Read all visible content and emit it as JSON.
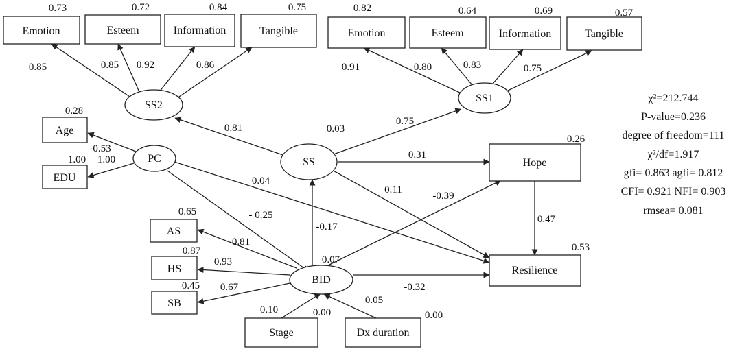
{
  "nodes": {
    "ss2_emotion": "Emotion",
    "ss2_esteem": "Esteem",
    "ss2_information": "Information",
    "ss2_tangible": "Tangible",
    "ss1_emotion": "Emotion",
    "ss1_esteem": "Esteem",
    "ss1_information": "Information",
    "ss1_tangible": "Tangible",
    "age": "Age",
    "edu": "EDU",
    "pc": "PC",
    "ss2": "SS2",
    "ss1": "SS1",
    "ss": "SS",
    "hope": "Hope",
    "resilience": "Resilience",
    "as": "AS",
    "hs": "HS",
    "sb": "SB",
    "bid": "BID",
    "stage": "Stage",
    "dx_duration": "Dx duration"
  },
  "r2": {
    "ss2_emotion": "0.73",
    "ss2_esteem": "0.72",
    "ss2_information": "0.84",
    "ss2_tangible": "0.75",
    "ss1_emotion": "0.82",
    "ss1_esteem": "0.64",
    "ss1_information": "0.69",
    "ss1_tangible": "0.57",
    "age": "0.28",
    "edu": "1.00",
    "ss": "0.03",
    "hope": "0.26",
    "resilience": "0.53",
    "as": "0.65",
    "hs": "0.87",
    "sb": "0.45",
    "bid": "0.07",
    "stage": "0.00",
    "dx_duration": "0.00"
  },
  "paths": {
    "ss2_emotion": "0.85",
    "ss2_esteem": "0.85",
    "ss2_information": "0.92",
    "ss2_tangible": "0.86",
    "ss1_emotion": "0.91",
    "ss1_esteem": "0.80",
    "ss1_information": "0.83",
    "ss1_tangible": "0.75",
    "ss_ss2": "0.81",
    "ss_ss1": "0.75",
    "ss_hope": "0.31",
    "ss_resilience": "0.11",
    "pc_age": "-0.53",
    "pc_edu": "1.00",
    "pc_resilience": "0.04",
    "pc_bid": "- 0.25",
    "bid_ss": "-0.17",
    "bid_hope": "-0.39",
    "hope_resilience": "0.47",
    "bid_resilience": "-0.32",
    "bid_as": "0.81",
    "bid_hs": "0.93",
    "bid_sb": "0.67",
    "stage_bid": "0.10",
    "dx_bid": "0.05"
  },
  "stats": {
    "chi2": "χ²=212.744",
    "pvalue": "P-value=0.236",
    "dof": "degree of freedom=111",
    "chi2df": "χ²/df=1.917",
    "gfi": "gfi= 0.863 agfi= 0.812",
    "cfi": "CFI= 0.921 NFI= 0.903",
    "rmsea": "rmsea= 0.081"
  }
}
